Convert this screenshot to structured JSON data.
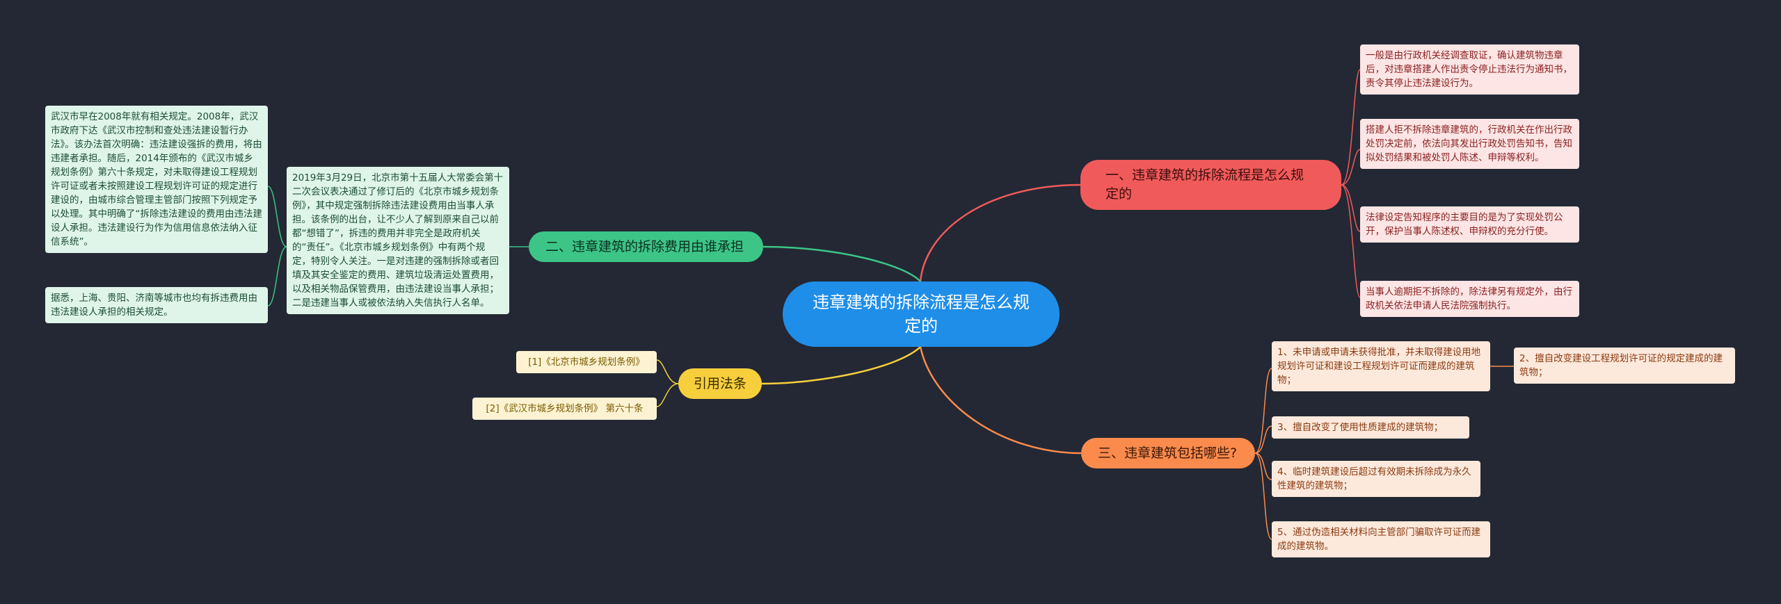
{
  "center": {
    "title": "违章建筑的拆除流程是怎么规定的"
  },
  "branches": {
    "b1": {
      "label": "一、违章建筑的拆除流程是怎么规定的"
    },
    "b2": {
      "label": "二、违章建筑的拆除费用由谁承担"
    },
    "b3": {
      "label": "三、违章建筑包括哪些?"
    },
    "b4": {
      "label": "引用法条"
    }
  },
  "leaves_b1": [
    "一般是由行政机关经调查取证，确认建筑物违章后，对违章搭建人作出责令停止违法行为通知书，责令其停止违法建设行为。",
    "搭建人拒不拆除违章建筑的，行政机关在作出行政处罚决定前，依法向其发出行政处罚告知书，告知拟处罚结果和被处罚人陈述、申辩等权利。",
    "法律设定告知程序的主要目的是为了实现处罚公开，保护当事人陈述权、申辩权的充分行使。",
    "当事人逾期拒不拆除的，除法律另有规定外，由行政机关依法申请人民法院强制执行。"
  ],
  "leaves_b2": {
    "main": "2019年3月29日，北京市第十五届人大常委会第十二次会议表决通过了修订后的《北京市城乡规划条例》，其中规定强制拆除违法建设费用由当事人承担。该条例的出台，让不少人了解到原来自己以前都“想错了”，拆违的费用并非完全是政府机关的“责任”。《北京市城乡规划条例》中有两个规定，特别令人关注。一是对违建的强制拆除或者回填及其安全鉴定的费用、建筑垃圾清运处置费用，以及相关物品保管费用，由违法建设当事人承担；二是违建当事人或被依法纳入失信执行人名单。",
    "wuhan": "武汉市早在2008年就有相关规定。2008年，武汉市政府下达《武汉市控制和查处违法建设暂行办法》。该办法首次明确：违法建设强拆的费用，将由违建者承担。随后，2014年颁布的《武汉市城乡规划条例》第六十条规定，对未取得建设工程规划许可证或者未按照建设工程规划许可证的规定进行建设的，由城市综合管理主管部门按照下列规定予以处理。其中明确了“拆除违法建设的费用由违法建设人承担。违法建设行为作为信用信息依法纳入征信系统”。",
    "others": "据悉，上海、贵阳、济南等城市也均有拆违费用由违法建设人承担的相关规定。"
  },
  "leaves_b3": [
    "1、未申请或申请未获得批准，并未取得建设用地规划许可证和建设工程规划许可证而建成的建筑物；",
    "3、擅自改变了使用性质建成的建筑物；",
    "4、临时建筑建设后超过有效期未拆除成为永久性建筑的建筑物；",
    "5、通过伪造相关材料向主管部门骗取许可证而建成的建筑物。"
  ],
  "leaf_b3_sub": "2、擅自改变建设工程规划许可证的规定建成的建筑物；",
  "leaves_b4": [
    "[1]《北京市城乡规划条例》",
    "[2]《武汉市城乡规划条例》 第六十条"
  ],
  "colors": {
    "background": "#232834",
    "center": "#1f8ee8",
    "branch_red": "#f15a5a",
    "branch_green": "#3cc587",
    "branch_orange": "#fb8b4c",
    "branch_yellow": "#f7cf3d"
  }
}
